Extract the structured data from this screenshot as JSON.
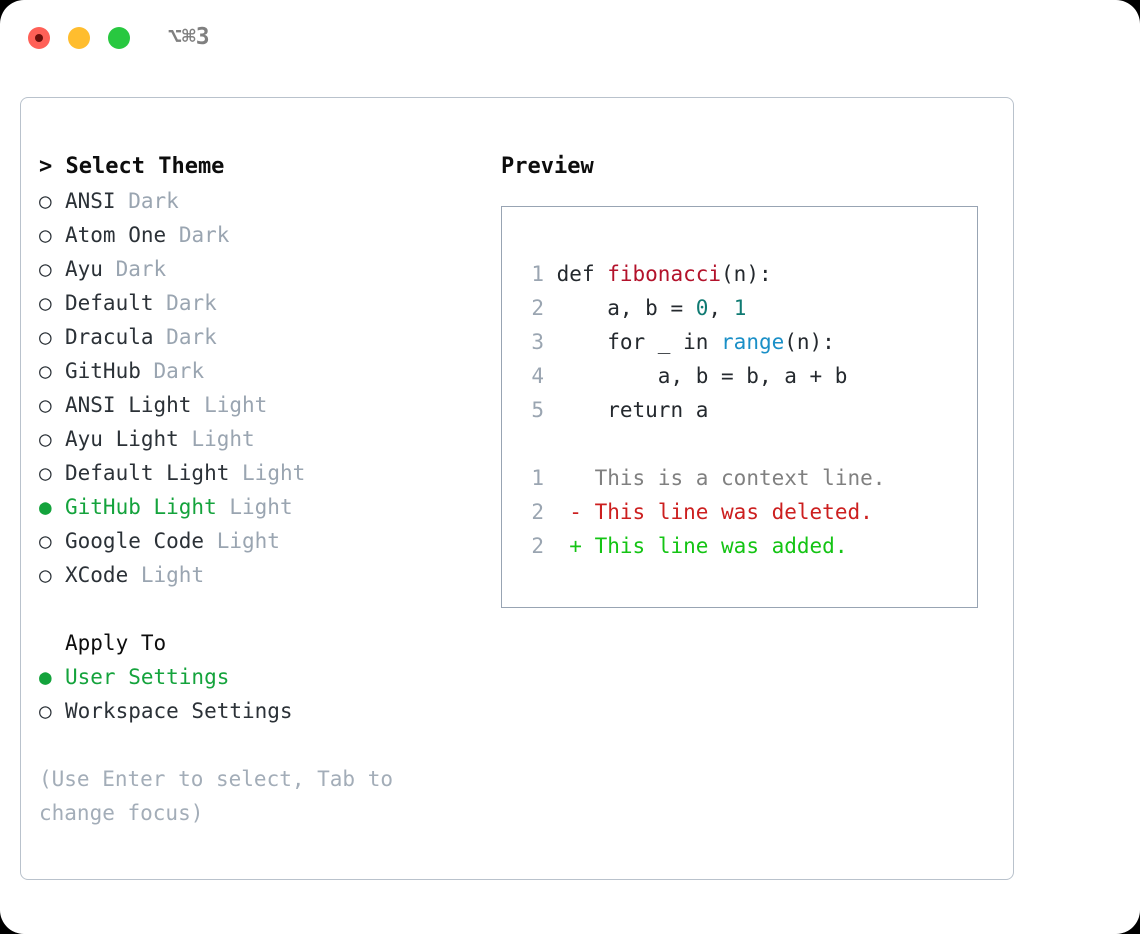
{
  "titlebar": {
    "shortcut": "⌥⌘3",
    "buttons": {
      "close": "close",
      "minimize": "minimize",
      "maximize": "maximize"
    }
  },
  "theme_list": {
    "header": "> Select Theme",
    "items": [
      {
        "marker": "○",
        "name": "ANSI",
        "category": "Dark"
      },
      {
        "marker": "○",
        "name": "Atom One",
        "category": "Dark"
      },
      {
        "marker": "○",
        "name": "Ayu",
        "category": "Dark"
      },
      {
        "marker": "○",
        "name": "Default",
        "category": "Dark"
      },
      {
        "marker": "○",
        "name": "Dracula",
        "category": "Dark"
      },
      {
        "marker": "○",
        "name": "GitHub",
        "category": "Dark"
      },
      {
        "marker": "○",
        "name": "ANSI Light",
        "category": "Light"
      },
      {
        "marker": "○",
        "name": "Ayu Light",
        "category": "Light"
      },
      {
        "marker": "○",
        "name": "Default Light",
        "category": "Light"
      },
      {
        "marker": "●",
        "name": "GitHub Light",
        "category": "Light"
      },
      {
        "marker": "○",
        "name": "Google Code",
        "category": "Light"
      },
      {
        "marker": "○",
        "name": "XCode",
        "category": "Light"
      }
    ],
    "selected_index": 9
  },
  "apply_to": {
    "header": "Apply To",
    "options": [
      {
        "marker": "●",
        "label": "User Settings"
      },
      {
        "marker": "○",
        "label": "Workspace Settings"
      }
    ],
    "selected_index": 0
  },
  "hint": "(Use Enter to select, Tab to change focus)",
  "preview": {
    "title": "Preview",
    "code_lines": [
      {
        "no": "1",
        "tokens": [
          {
            "text": "def ",
            "type": "plain"
          },
          {
            "text": "fibonacci",
            "type": "func"
          },
          {
            "text": "(n):",
            "type": "plain"
          }
        ]
      },
      {
        "no": "2",
        "tokens": [
          {
            "text": "    a, b = ",
            "type": "plain"
          },
          {
            "text": "0",
            "type": "num"
          },
          {
            "text": ", ",
            "type": "plain"
          },
          {
            "text": "1",
            "type": "num"
          }
        ]
      },
      {
        "no": "3",
        "tokens": [
          {
            "text": "    for _ in ",
            "type": "plain"
          },
          {
            "text": "range",
            "type": "builtin"
          },
          {
            "text": "(n):",
            "type": "plain"
          }
        ]
      },
      {
        "no": "4",
        "tokens": [
          {
            "text": "        a, b = b, a + b",
            "type": "plain"
          }
        ]
      },
      {
        "no": "5",
        "tokens": [
          {
            "text": "    return a",
            "type": "plain"
          }
        ]
      }
    ],
    "diff_lines": [
      {
        "no": "1",
        "sign": " ",
        "text": "This is a context line.",
        "type": "context"
      },
      {
        "no": "2",
        "sign": "-",
        "text": "This line was deleted.",
        "type": "deleted"
      },
      {
        "no": "2",
        "sign": "+",
        "text": "This line was added.",
        "type": "added"
      }
    ]
  },
  "colors": {
    "accent_green": "#14a33c",
    "muted": "#9aa5b1",
    "border": "#98a4b3",
    "card_border": "#b9c2cc",
    "func": "#b3122b",
    "number": "#0f7a72",
    "builtin": "#1a8fc7",
    "diff_deleted": "#cc1f1f",
    "diff_added": "#14c414",
    "traffic_close": "#ff6057",
    "traffic_minimize": "#ffbd2e",
    "traffic_maximize": "#28c840"
  }
}
